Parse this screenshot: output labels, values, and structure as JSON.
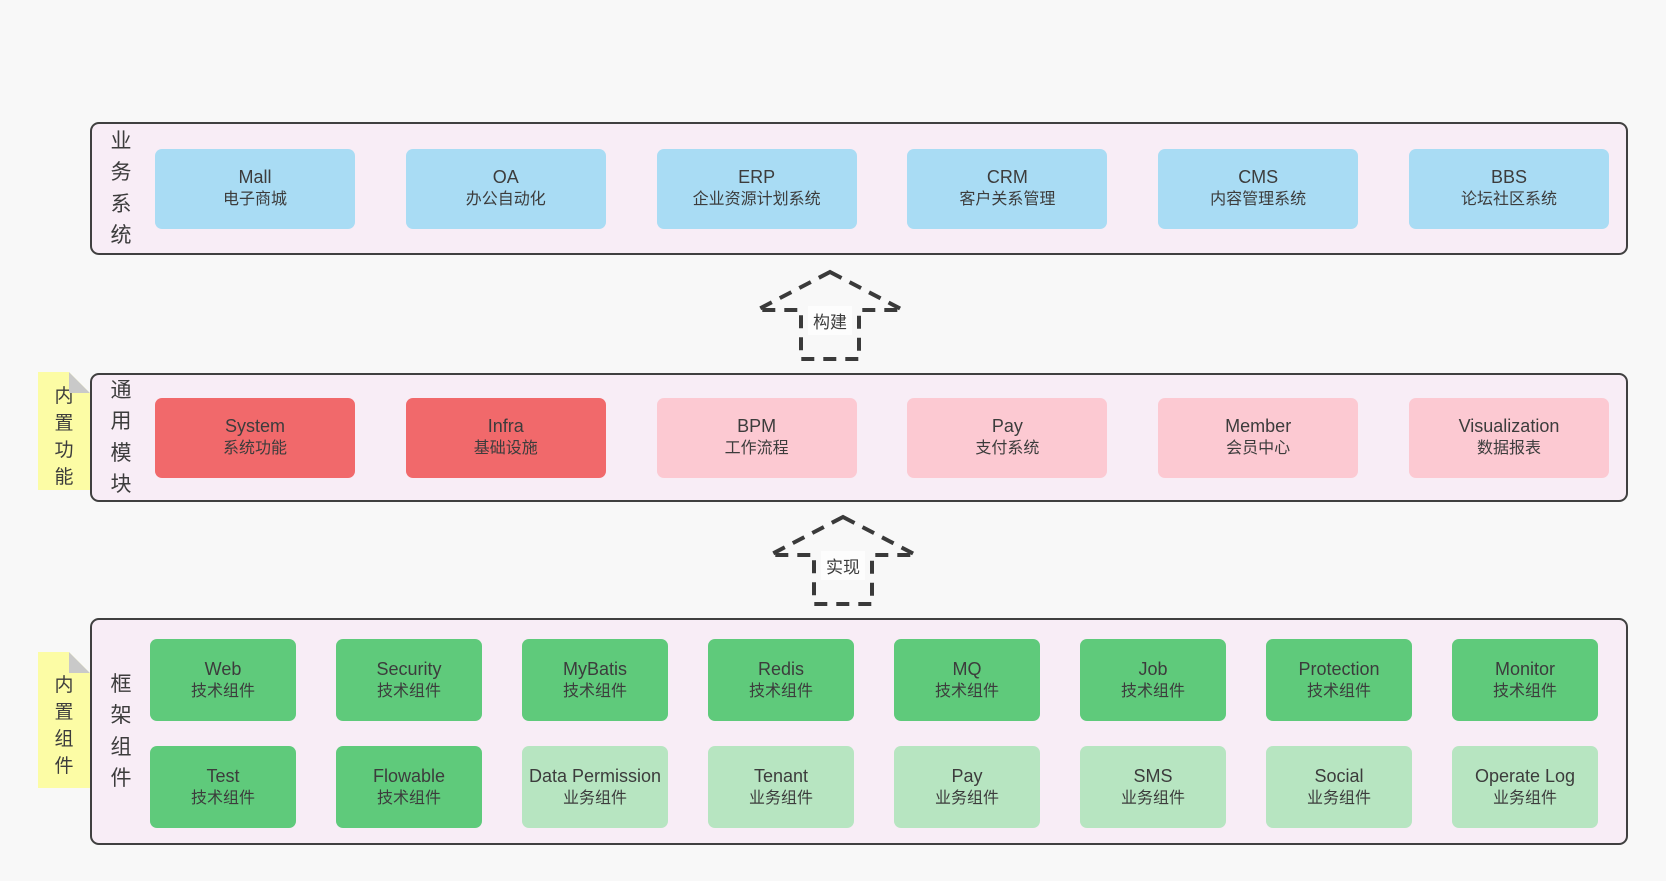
{
  "colors": {
    "page_bg": "#f8f8f8",
    "panel_bg": "#f8edf6",
    "panel_border": "#404040",
    "blue": "#a9dcf4",
    "red": "#f1696b",
    "pink": "#fcc9d2",
    "green": "#5fca7b",
    "green_light": "#b7e5c1",
    "sticky_yellow": "#fcfca5",
    "text": "#3c3c3c"
  },
  "arrows": {
    "build": "构建",
    "implement": "实现"
  },
  "business": {
    "label": "业务系统",
    "boxes": [
      {
        "en": "Mall",
        "zh": "电子商城",
        "variant": "blue"
      },
      {
        "en": "OA",
        "zh": "办公自动化",
        "variant": "blue"
      },
      {
        "en": "ERP",
        "zh": "企业资源计划系统",
        "variant": "blue"
      },
      {
        "en": "CRM",
        "zh": "客户关系管理",
        "variant": "blue"
      },
      {
        "en": "CMS",
        "zh": "内容管理系统",
        "variant": "blue"
      },
      {
        "en": "BBS",
        "zh": "论坛社区系统",
        "variant": "blue"
      }
    ]
  },
  "modules": {
    "label": "通用模块",
    "sticky": "内置功能",
    "boxes": [
      {
        "en": "System",
        "zh": "系统功能",
        "variant": "red"
      },
      {
        "en": "Infra",
        "zh": "基础设施",
        "variant": "red"
      },
      {
        "en": "BPM",
        "zh": "工作流程",
        "variant": "pink"
      },
      {
        "en": "Pay",
        "zh": "支付系统",
        "variant": "pink"
      },
      {
        "en": "Member",
        "zh": "会员中心",
        "variant": "pink"
      },
      {
        "en": "Visualization",
        "zh": "数据报表",
        "variant": "pink"
      }
    ]
  },
  "components": {
    "label": "框架组件",
    "sticky": "内置组件",
    "row1": [
      {
        "en": "Web",
        "zh": "技术组件",
        "variant": "green"
      },
      {
        "en": "Security",
        "zh": "技术组件",
        "variant": "green"
      },
      {
        "en": "MyBatis",
        "zh": "技术组件",
        "variant": "green"
      },
      {
        "en": "Redis",
        "zh": "技术组件",
        "variant": "green"
      },
      {
        "en": "MQ",
        "zh": "技术组件",
        "variant": "green"
      },
      {
        "en": "Job",
        "zh": "技术组件",
        "variant": "green"
      },
      {
        "en": "Protection",
        "zh": "技术组件",
        "variant": "green"
      },
      {
        "en": "Monitor",
        "zh": "技术组件",
        "variant": "green"
      }
    ],
    "row2": [
      {
        "en": "Test",
        "zh": "技术组件",
        "variant": "green"
      },
      {
        "en": "Flowable",
        "zh": "技术组件",
        "variant": "green"
      },
      {
        "en": "Data Permission",
        "zh": "业务组件",
        "variant": "green-light"
      },
      {
        "en": "Tenant",
        "zh": "业务组件",
        "variant": "green-light"
      },
      {
        "en": "Pay",
        "zh": "业务组件",
        "variant": "green-light"
      },
      {
        "en": "SMS",
        "zh": "业务组件",
        "variant": "green-light"
      },
      {
        "en": "Social",
        "zh": "业务组件",
        "variant": "green-light"
      },
      {
        "en": "Operate Log",
        "zh": "业务组件",
        "variant": "green-light"
      }
    ]
  }
}
